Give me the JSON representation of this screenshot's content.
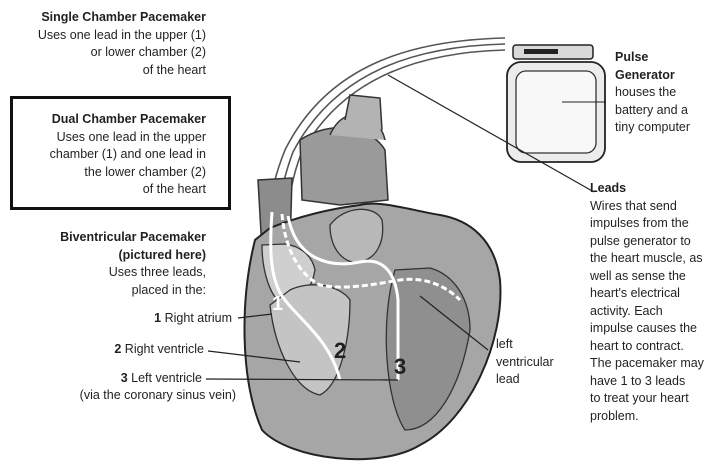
{
  "single": {
    "title": "Single Chamber Pacemaker",
    "lines": [
      "Uses one lead in the upper (1)",
      "or lower chamber (2)",
      "of the heart"
    ]
  },
  "dual": {
    "title": "Dual Chamber Pacemaker",
    "lines": [
      "Uses one lead in the upper",
      "chamber (1) and one lead in",
      "the lower chamber (2)",
      "of the heart"
    ]
  },
  "biv": {
    "title_lines": [
      "Biventricular Pacemaker",
      "(pictured here)"
    ],
    "lines": [
      "Uses three leads,",
      "placed in the:"
    ]
  },
  "chambers": [
    {
      "num": "1",
      "label": "Right atrium"
    },
    {
      "num": "2",
      "label": "Right ventricle"
    },
    {
      "num": "3",
      "label": "Left ventricle"
    }
  ],
  "chamber_note": "(via the coronary sinus vein)",
  "pulse_generator": {
    "title_lines": [
      "Pulse",
      "Generator"
    ],
    "lines": [
      "houses the",
      "battery and a",
      "tiny computer"
    ]
  },
  "leads": {
    "title": "Leads",
    "lines": [
      "Wires that send",
      "impulses from the",
      "pulse generator to",
      "the heart muscle, as",
      "well as sense the",
      "heart's electrical",
      "activity. Each",
      "impulse causes the",
      "heart to contract.",
      "The pacemaker may",
      "have 1 to 3 leads",
      "to treat your heart",
      "problem."
    ]
  },
  "lv_lead": {
    "lines": [
      "left",
      "ventricular",
      "lead"
    ]
  },
  "heart_labels": [
    "1",
    "2",
    "3"
  ]
}
